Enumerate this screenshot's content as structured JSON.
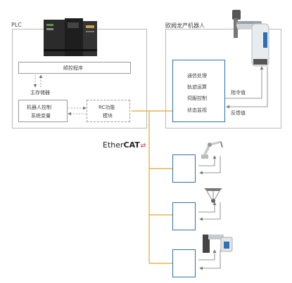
{
  "plc": {
    "title": "PLC",
    "program": "顺控程序",
    "main_memory": "主存储器",
    "robot_vars_line1": "机器人控制",
    "robot_vars_line2": "系统变量",
    "rc_line1": "RC功能",
    "rc_line2": "模块"
  },
  "robot": {
    "title": "欧姆龙产机器人",
    "functions": [
      "通信处理",
      "轨迹运算",
      "伺服控制",
      "状态监视"
    ],
    "command_value": "指令值",
    "feedback_value": "反馈值"
  },
  "ethercat": {
    "prefix": "Ether",
    "suffix": "CAT"
  },
  "colors": {
    "bus": "#e8a524",
    "accent_blue": "#2f6fb3",
    "frame": "#b9b9b9"
  }
}
